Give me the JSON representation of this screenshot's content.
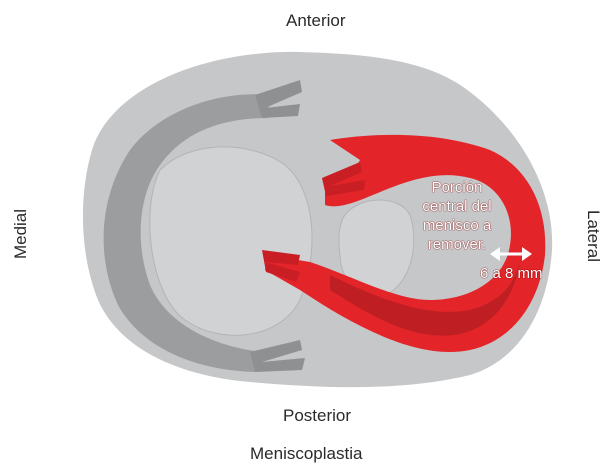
{
  "labels": {
    "anterior": "Anterior",
    "posterior": "Posterior",
    "medial": "Medial",
    "lateral": "Lateral",
    "caption": "Meniscoplastia"
  },
  "annotation": {
    "line1": "Porción",
    "line2": "central del",
    "line3": "menisco a",
    "line4": "remover.",
    "measure": "6 a 8 mm"
  },
  "colors": {
    "background": "#ffffff",
    "tibial_plateau": "#c6c7c9",
    "medial_meniscus": "#9c9d9f",
    "lateral_meniscus": "#e3252a",
    "lateral_meniscus_dark": "#b51d21",
    "text": "#2a2a2a",
    "annotation_text": "#ffffff"
  }
}
